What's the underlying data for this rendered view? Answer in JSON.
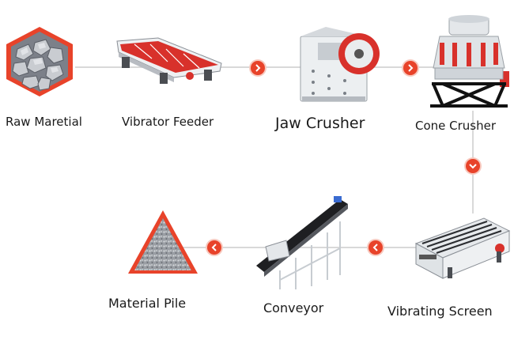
{
  "steps": {
    "raw_material": "Raw Maretial",
    "vibrator_feeder": "Vibrator Feeder",
    "jaw_crusher": "Jaw Crusher",
    "cone_crusher": "Cone Crusher",
    "vibrating_screen": "Vibrating Screen",
    "conveyor": "Conveyor",
    "material_pile": "Material Pile"
  },
  "icons": {
    "arrow": "chevron-arrow-icon"
  },
  "colors": {
    "accent": "#e8432a",
    "machine_red": "#d8312b",
    "steel": "#e9ecee",
    "connector": "#d9d9d9"
  }
}
